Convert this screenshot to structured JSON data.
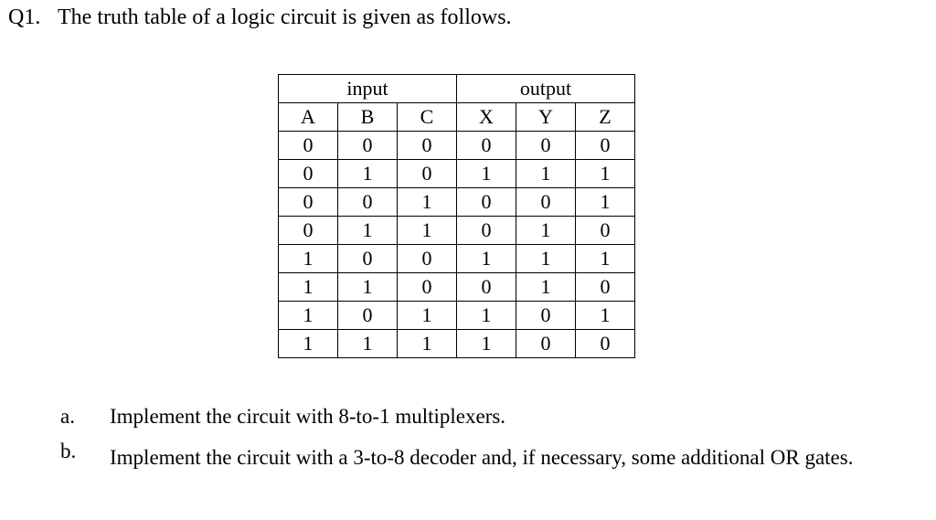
{
  "question": {
    "number": "Q1.",
    "text": "The truth table of a logic circuit is given as follows."
  },
  "truth_table": {
    "input_group_label": "input",
    "output_group_label": "output",
    "columns": [
      "A",
      "B",
      "C",
      "X",
      "Y",
      "Z"
    ],
    "rows": [
      [
        "0",
        "0",
        "0",
        "0",
        "0",
        "0"
      ],
      [
        "0",
        "1",
        "0",
        "1",
        "1",
        "1"
      ],
      [
        "0",
        "0",
        "1",
        "0",
        "0",
        "1"
      ],
      [
        "0",
        "1",
        "1",
        "0",
        "1",
        "0"
      ],
      [
        "1",
        "0",
        "0",
        "1",
        "1",
        "1"
      ],
      [
        "1",
        "1",
        "0",
        "0",
        "1",
        "0"
      ],
      [
        "1",
        "0",
        "1",
        "1",
        "0",
        "1"
      ],
      [
        "1",
        "1",
        "1",
        "1",
        "0",
        "0"
      ]
    ]
  },
  "tasks": [
    {
      "marker": "a.",
      "text": "Implement the circuit with 8-to-1 multiplexers."
    },
    {
      "marker": "b.",
      "text": "Implement the circuit with a 3-to-8 decoder and, if necessary, some additional OR gates."
    }
  ]
}
